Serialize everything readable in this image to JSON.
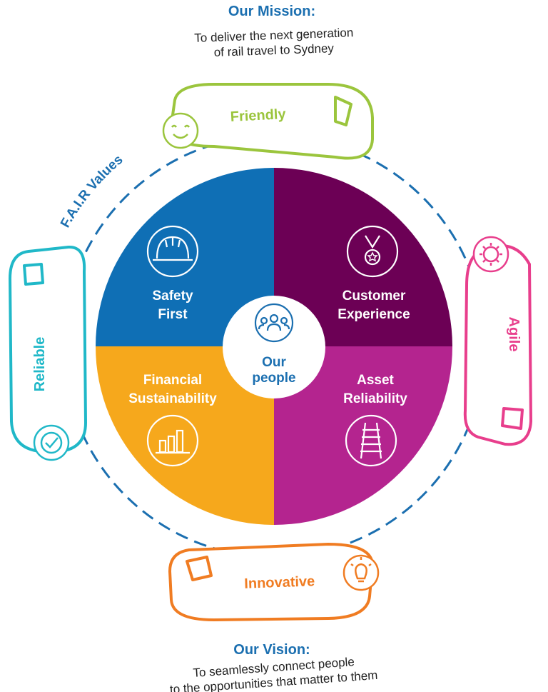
{
  "mission": {
    "title": "Our Mission:",
    "line1": "To deliver the next generation",
    "line2": "of rail travel to Sydney"
  },
  "vision": {
    "title": "Our Vision:",
    "line1": "To seamlessly connect people",
    "line2": "to the opportunities that matter to them"
  },
  "values_label": "F.A.I.R Values",
  "values": {
    "friendly": "Friendly",
    "agile": "Agile",
    "innovative": "Innovative",
    "reliable": "Reliable"
  },
  "center": {
    "line1": "Our",
    "line2": "people"
  },
  "quadrants": {
    "safety": {
      "line1": "Safety",
      "line2": "First"
    },
    "customer": {
      "line1": "Customer",
      "line2": "Experience"
    },
    "financial": {
      "line1": "Financial",
      "line2": "Sustainability"
    },
    "asset": {
      "line1": "Asset",
      "line2": "Reliability"
    }
  },
  "icons": {
    "safety": "hard-hat-icon",
    "customer": "medal-icon",
    "financial": "bar-chart-icon",
    "asset": "railway-track-icon",
    "center": "people-group-icon",
    "friendly": "smiley-icon",
    "agile": "gear-icon",
    "innovative": "lightbulb-icon",
    "reliable": "check-badge-icon"
  },
  "colors": {
    "safety": "#0f6fb5",
    "customer": "#6c0055",
    "financial": "#f6a81c",
    "asset": "#b4248f",
    "friendly": "#9bc53d",
    "agile": "#e83e8c",
    "innovative": "#f07c22",
    "reliable": "#20b8c8",
    "blue_text": "#1b6fb0"
  }
}
